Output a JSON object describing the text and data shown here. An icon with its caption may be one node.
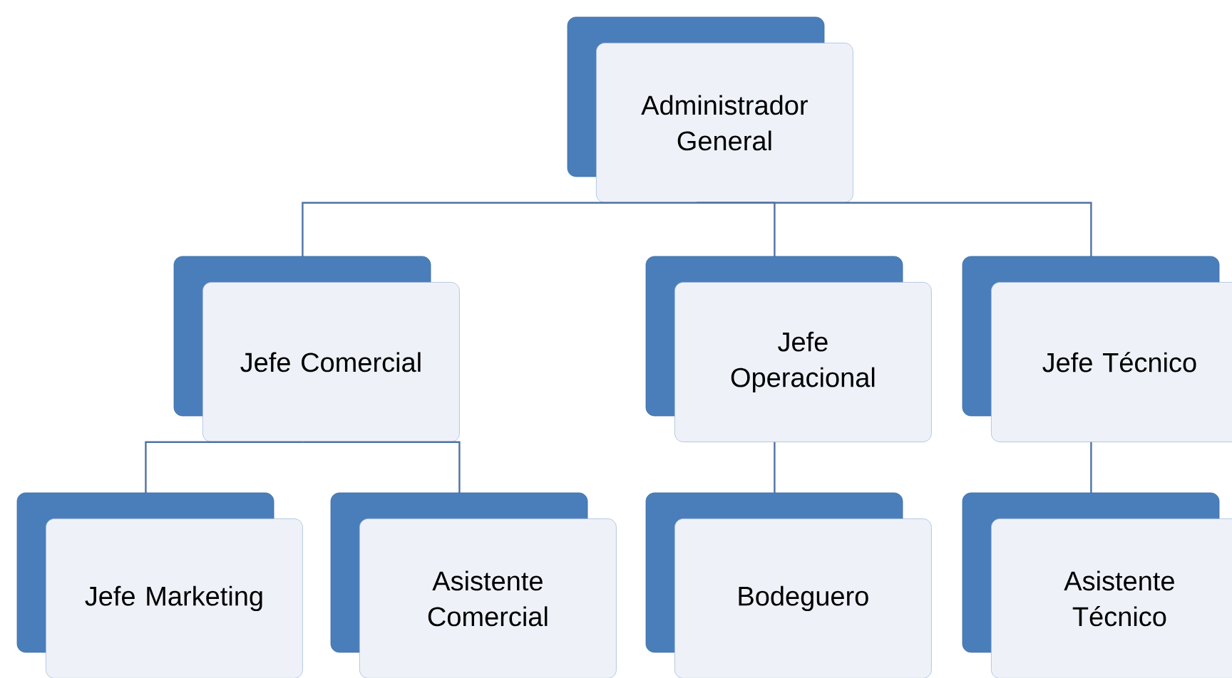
{
  "diagram": {
    "nodes": [
      {
        "text": [
          "Administrador General"
        ]
      },
      {
        "text": [
          "Jefe Comercial"
        ]
      },
      {
        "text": [
          "Jefe Operacional"
        ]
      },
      {
        "text": [
          "Jefe Técnico"
        ]
      },
      {
        "text": [
          "Jefe Marketing"
        ]
      },
      {
        "text": [
          "Asistente Comercial"
        ]
      },
      {
        "text": [
          "Bodeguero"
        ]
      },
      {
        "text": [
          "Asistente Técnico"
        ]
      }
    ],
    "edges": [
      {
        "from": 0,
        "to": 1,
        "arrow": "none"
      },
      {
        "from": 0,
        "to": 2,
        "arrow": "none"
      },
      {
        "from": 0,
        "to": 3,
        "arrow": "none"
      },
      {
        "from": 1,
        "to": 4,
        "arrow": "none"
      },
      {
        "from": 1,
        "to": 5,
        "arrow": "none"
      },
      {
        "from": 2,
        "to": 6,
        "arrow": "none"
      },
      {
        "from": 3,
        "to": 7,
        "arrow": "none"
      }
    ]
  }
}
